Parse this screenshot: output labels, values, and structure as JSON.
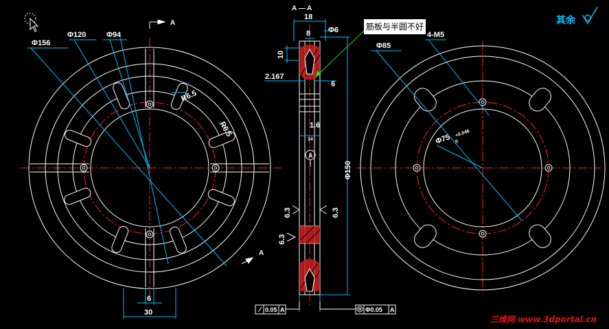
{
  "drawing": {
    "section_mark_top": "A",
    "section_title": "A — A",
    "section_mark_bottom": "A",
    "surface_note": "其余",
    "callout_note": "筋板与半圆不好",
    "watermark": "三维网 www.3dportal.cn",
    "colors": {
      "background": "#000000",
      "outline": "#ffffff",
      "dimension": "#00bfff",
      "centerline": "#ff2020",
      "callout_leader": "#22dd22",
      "hatch": "#cc2020"
    }
  },
  "left_view": {
    "dims": {
      "d156": "Φ156",
      "d120": "Φ120",
      "d94": "Φ94",
      "r_upper": "R6.5",
      "r_lower": "R6.5",
      "w6": "6",
      "w30": "30"
    }
  },
  "section_view": {
    "dims": {
      "w18": "18",
      "w8": "8",
      "d6": "Φ6",
      "h10": "10",
      "v2167": "2.167",
      "v6": "6",
      "v16": "1.6",
      "w14": "14",
      "d150": "Φ150",
      "r63_a": "6.3",
      "r63_b": "6.3",
      "r63_c": "6.3",
      "datum": "A"
    },
    "tolerances": {
      "runout": "0.05",
      "runout_datum": "A",
      "concentricity": "Φ0.05",
      "concentricity_datum": "A"
    }
  },
  "right_view": {
    "dims": {
      "d85": "Φ85",
      "thread": "4-M5",
      "d75": "Φ75",
      "d75_tol_upper": "+0.046",
      "d75_tol_lower": "0"
    }
  }
}
